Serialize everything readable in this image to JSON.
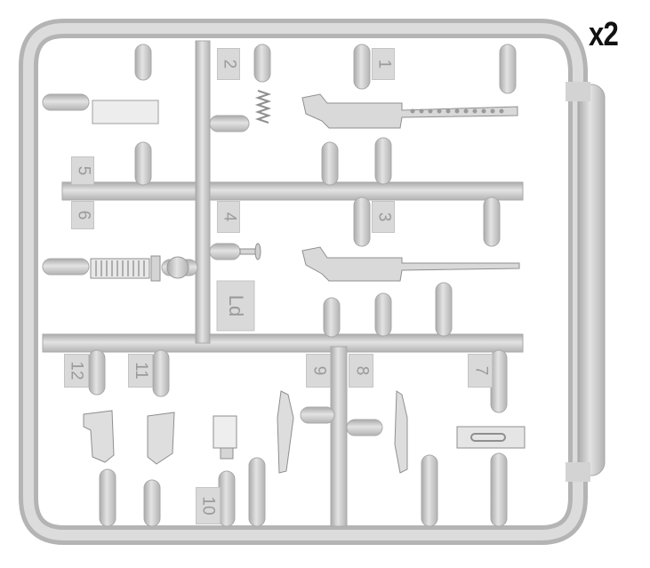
{
  "image": {
    "kind": "plastic model kit sprue",
    "quantity_label": "x2",
    "part_numbers": [
      "1",
      "2",
      "3",
      "4",
      "5",
      "6",
      "7",
      "8",
      "9",
      "10",
      "11",
      "12"
    ],
    "brand_mark": "Ld",
    "colors": {
      "background": "#ffffff",
      "plastic": "#cfcfcf",
      "plastic_shadow": "#a9a9a9",
      "label": "#111111"
    }
  }
}
